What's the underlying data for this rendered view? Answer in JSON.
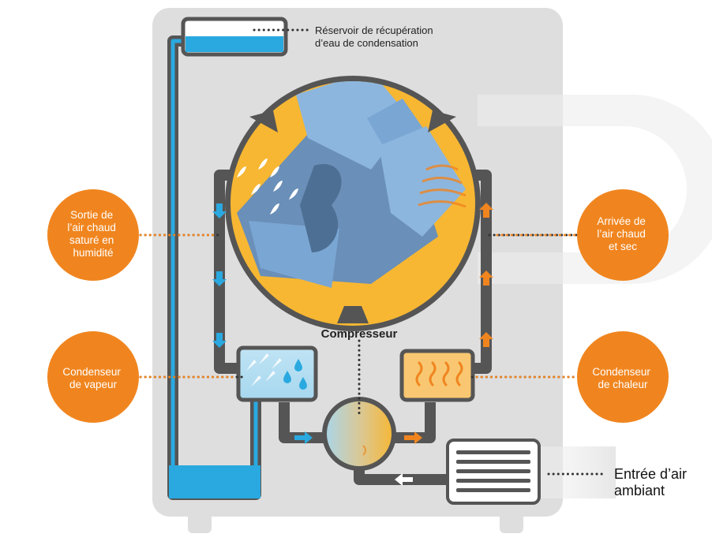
{
  "colors": {
    "background": "#ffffff",
    "housing": "#dedede",
    "watermark": "#ececec",
    "pipe": "#555555",
    "water": "#2aa9e0",
    "hot": "#f0851f",
    "drum": "#f7b733",
    "clothes": "#6a8fb8",
    "circle": "#f0851f"
  },
  "icons": {
    "reservoir": "water-tank-icon",
    "drum": "laundry-drum-icon",
    "vapor_condenser": "water-drops-icon",
    "heat_condenser": "heat-waves-icon",
    "compressor": "compressor-icon",
    "air_inlet": "air-vent-icon"
  },
  "labels": {
    "reservoir": [
      "Réservoir de récupération",
      "d’eau de condensation"
    ],
    "compressor": "Compresseur",
    "air_inlet": [
      "Entrée d’air",
      "ambiant"
    ],
    "outlet": [
      "Sortie de",
      "l’air chaud",
      "saturé en",
      "humidité"
    ],
    "vapor_condenser": [
      "Condenseur",
      "de vapeur"
    ],
    "inlet_hot": [
      "Arrivée de",
      "l’air chaud",
      "et sec"
    ],
    "heat_condenser": [
      "Condenseur",
      "de chaleur"
    ]
  }
}
